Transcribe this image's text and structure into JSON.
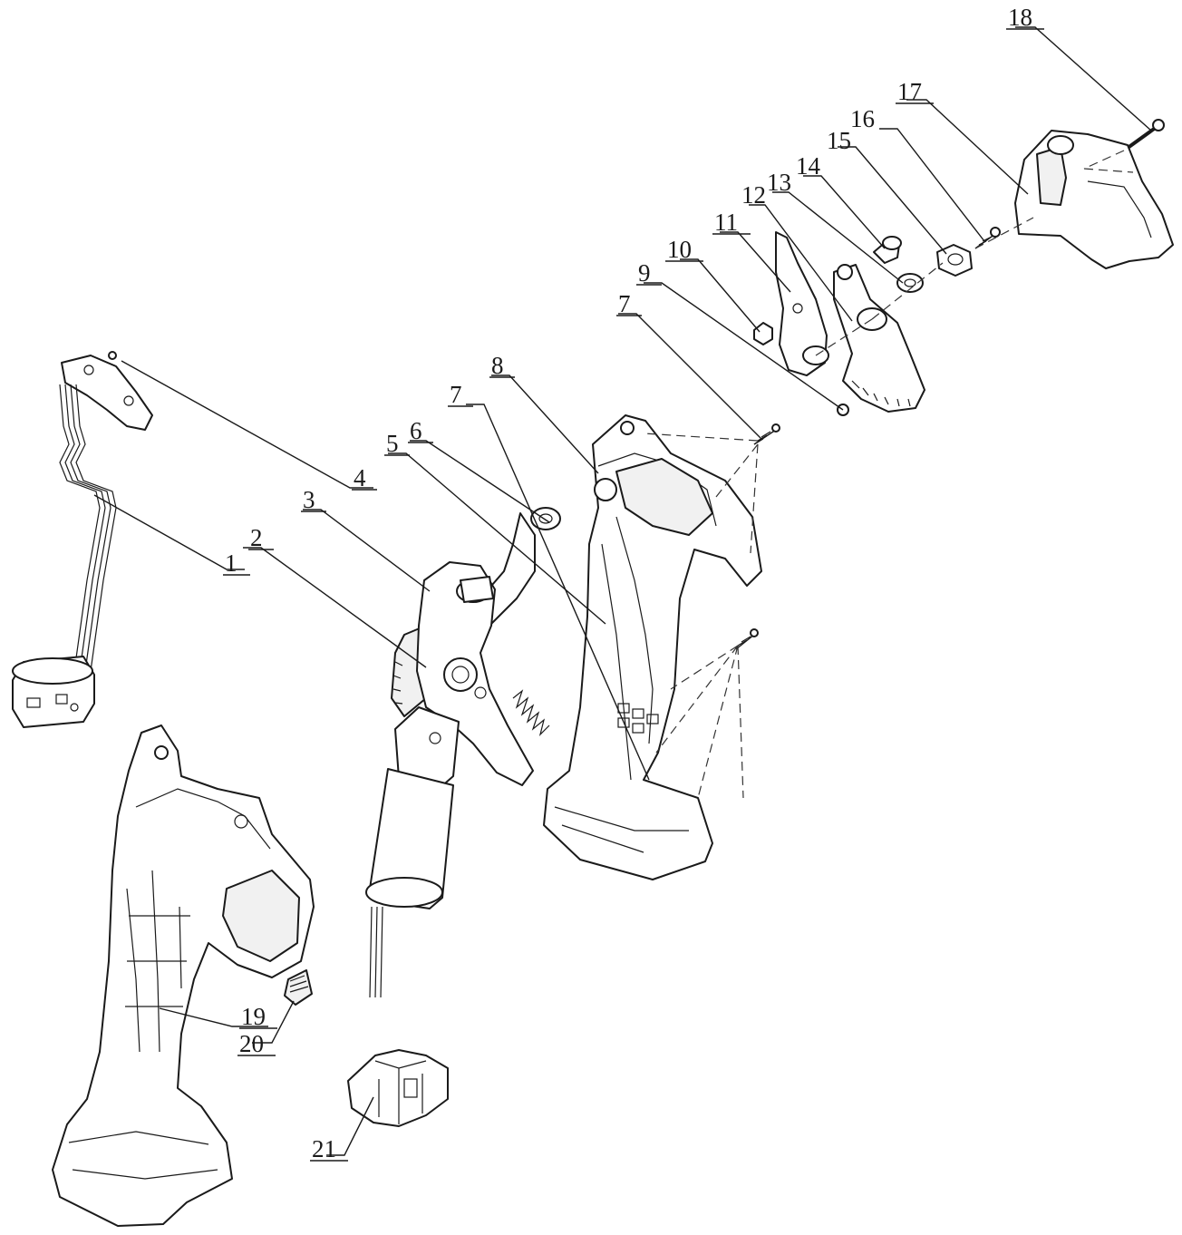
{
  "callouts": [
    {
      "id": "c1",
      "label": "1"
    },
    {
      "id": "c2",
      "label": "2"
    },
    {
      "id": "c3",
      "label": "3"
    },
    {
      "id": "c4",
      "label": "4"
    },
    {
      "id": "c5",
      "label": "5"
    },
    {
      "id": "c6",
      "label": "6"
    },
    {
      "id": "c7a",
      "label": "7"
    },
    {
      "id": "c7b",
      "label": "7"
    },
    {
      "id": "c8",
      "label": "8"
    },
    {
      "id": "c9",
      "label": "9"
    },
    {
      "id": "c10",
      "label": "10"
    },
    {
      "id": "c11",
      "label": "11"
    },
    {
      "id": "c12",
      "label": "12"
    },
    {
      "id": "c13",
      "label": "13"
    },
    {
      "id": "c14",
      "label": "14"
    },
    {
      "id": "c15",
      "label": "15"
    },
    {
      "id": "c16",
      "label": "16"
    },
    {
      "id": "c17",
      "label": "17"
    },
    {
      "id": "c18",
      "label": "18"
    },
    {
      "id": "c19",
      "label": "19"
    },
    {
      "id": "c20",
      "label": "20"
    },
    {
      "id": "c21",
      "label": "21"
    }
  ]
}
